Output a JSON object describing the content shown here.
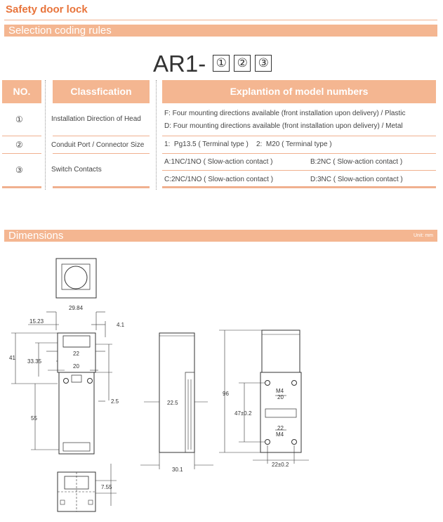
{
  "header": {
    "title": "Safety door lock"
  },
  "selection": {
    "band_title": "Selection coding rules",
    "model_prefix": "AR1-",
    "model_boxes": [
      "①",
      "②",
      "③"
    ]
  },
  "table": {
    "col_no": "NO.",
    "col_class": "Classfication",
    "col_explain": "Explantion of model numbers",
    "rows": [
      {
        "no": "①",
        "classification": "Installation Direction of Head",
        "lines": [
          "F:  Four mounting directions available (front installation upon delivery) / Plastic",
          "D:  Four mounting directions available (front installation upon delivery) / Metal"
        ]
      },
      {
        "no": "②",
        "classification": "Conduit Port / Connector Size",
        "lines": [
          "1:  Pg13.5 ( Terminal type )    2:  M20 ( Terminal type )"
        ]
      },
      {
        "no": "③",
        "classification": "Switch Contacts",
        "contacts": [
          "A:1NC/1NO ( Slow-action contact )",
          "B:2NC ( Slow-action contact )",
          "C:2NC/1NO ( Slow-action contact )",
          "D:3NC ( Slow-action contact )"
        ]
      }
    ]
  },
  "dimensions": {
    "band_title": "Dimensions",
    "unit": "Unit: mm",
    "labels": {
      "d29_84": "29.84",
      "d15_23": "15.23",
      "d4_1": "4.1",
      "d41": "41",
      "d22": "22",
      "d33_35": "33.35",
      "d20": "20",
      "d2_5": "2.5",
      "d55": "55",
      "d22_5": "22.5",
      "d30_1": "30.1",
      "d96": "96",
      "d47": "47±0.2",
      "d22tol": "22±0.2",
      "d7_55": "7.55",
      "m4_top": "M4",
      "v20": "20",
      "v22": "22",
      "m4_bot": "M4"
    }
  }
}
